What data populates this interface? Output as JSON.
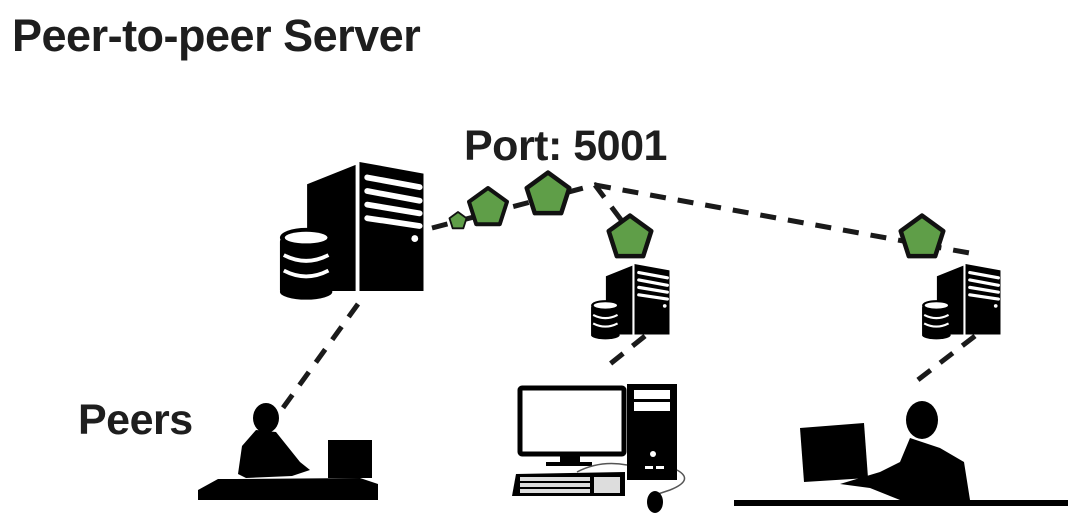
{
  "title": "Peer-to-peer Server",
  "port_label": "Port: 5001",
  "peers_label": "Peers",
  "colors": {
    "packet_fill": "#5f9e48",
    "packet_stroke": "#111111",
    "ink": "#000000",
    "text": "#1e1e1e"
  },
  "nodes": [
    {
      "id": "main-server",
      "type": "server-with-database",
      "role": "server"
    },
    {
      "id": "peer-server-2",
      "type": "server-with-database",
      "role": "peer server"
    },
    {
      "id": "peer-server-3",
      "type": "server-with-database",
      "role": "peer server"
    },
    {
      "id": "peer-1",
      "type": "person-at-laptop",
      "role": "peer"
    },
    {
      "id": "peer-2",
      "type": "desktop-computer",
      "role": "peer"
    },
    {
      "id": "peer-3",
      "type": "person-at-monitor",
      "role": "peer"
    }
  ],
  "connections": [
    {
      "from": "main-server",
      "to": "peer-server-2",
      "style": "dashed",
      "packets": 4
    },
    {
      "from": "main-server",
      "to": "peer-server-3",
      "style": "dashed",
      "packets": 1
    },
    {
      "from": "main-server",
      "to": "peer-1",
      "style": "dashed"
    },
    {
      "from": "peer-server-2",
      "to": "peer-2",
      "style": "dashed"
    },
    {
      "from": "peer-server-3",
      "to": "peer-3",
      "style": "dashed"
    }
  ]
}
